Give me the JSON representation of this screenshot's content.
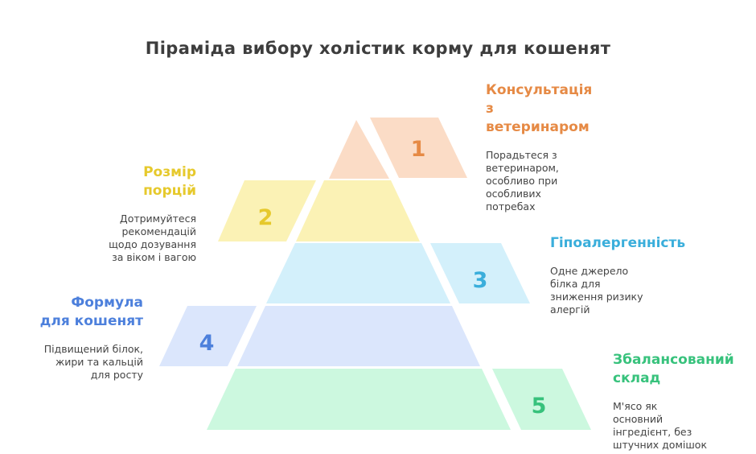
{
  "title": "Піраміда вибору холістик корму для кошенят",
  "levels": [
    {
      "number": "1",
      "heading": "Консультація\nз\nветеринаром",
      "description": "Порадьтеся з\nветеринаром,\nособливо при\nособливих\nпотребах",
      "fill": "#fbdcc6",
      "color": "#e68a45"
    },
    {
      "number": "2",
      "heading": "Розмір\nпорцій",
      "description": "Дотримуйтеся\nрекомендацій\nщодо дозування\nза віком і вагою",
      "fill": "#fbf2b5",
      "color": "#e6c92c"
    },
    {
      "number": "3",
      "heading": "Гіпоалергенність",
      "description": "Одне джерело\nбілка для\nзниження ризику\nалергій",
      "fill": "#d3f0fb",
      "color": "#3aaedb"
    },
    {
      "number": "4",
      "heading": "Формула\nдля кошенят",
      "description": "Підвищений білок,\nжири та кальцій\nдля росту",
      "fill": "#dbe6fc",
      "color": "#4d80dc"
    },
    {
      "number": "5",
      "heading": "Збалансований\nсклад",
      "description": "М'ясо як\nосновний\nінгредієнт, без\nштучних домішок",
      "fill": "#ccf8df",
      "color": "#37c27c"
    }
  ]
}
